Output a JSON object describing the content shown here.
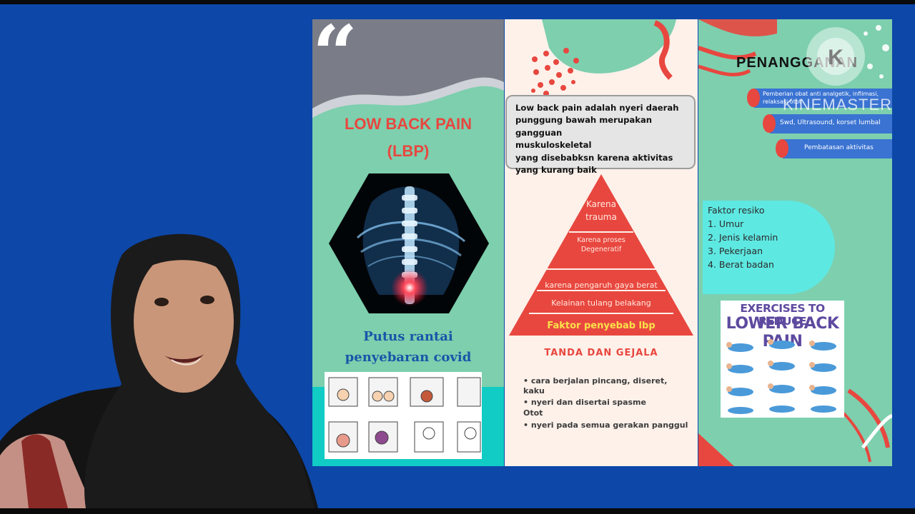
{
  "panel1": {
    "quote_mark": "“",
    "title_line1": "LOW BACK PAIN",
    "title_line2": "(LBP)",
    "covid_line1": "Putus rantai",
    "covid_line2": "penyebaran covid"
  },
  "panel2": {
    "definition": [
      "Low back pain adalah nyeri daerah",
      "punggung bawah merupakan gangguan",
      "muskuloskeletal",
      "yang  disebabksn karena aktivitas",
      "yang kurang baik"
    ],
    "pyramid": {
      "top_line1": "Karena",
      "top_line2": "trauma",
      "level2_line1": "Karena proses",
      "level2_line2": "Degeneratif",
      "level3": "karena pengaruh gaya berat",
      "level4": "Kelainan tulang belakang",
      "base": "Faktor penyebab lbp"
    },
    "tanda_title": "TANDA DAN GEJALA",
    "gejala": [
      "• cara berjalan pincang,          diseret,",
      "kaku",
      "• nyeri dan disertai spasme",
      "  Otot",
      "• nyeri pada semua gerakan   panggul"
    ]
  },
  "panel3": {
    "title": "PENANGGANAN",
    "treatments": [
      "Pemberian obat anti analgetik, inflimasi, relaksasi otot",
      "Swd, Ultrasound, korset lumbal",
      "Pembatasan aktivitas"
    ],
    "risk_title": "Faktor resiko",
    "risks": [
      "1. Umur",
      "2. Jenis kelamin",
      "3. Pekerjaan",
      "4. Berat badan"
    ],
    "poster_line1": "EXERCISES TO REDUCE",
    "poster_line2": "LOWER BACK PAIN"
  },
  "watermark": {
    "text": "KINEMASTER",
    "letter": "K"
  },
  "colors": {
    "background": "#0d47a8",
    "mint": "#7dcfae",
    "coral": "#e8473f",
    "cream": "#fdf1ea",
    "navy_text": "#1856a8"
  }
}
